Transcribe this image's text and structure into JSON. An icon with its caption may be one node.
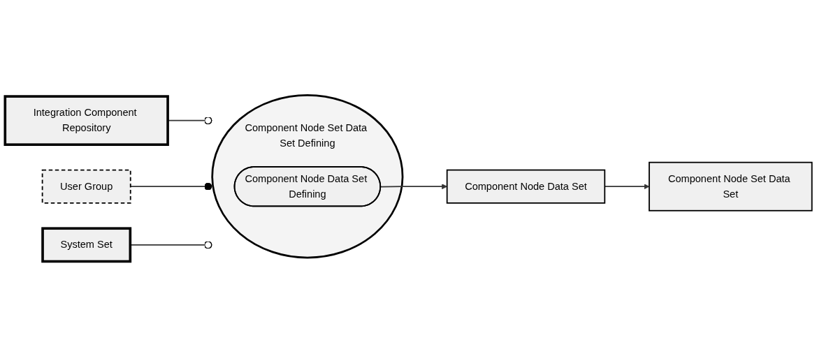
{
  "diagram": {
    "nodes": [
      {
        "text": [
          "Integration Component Repository"
        ]
      },
      {
        "text": [
          "User Group"
        ]
      },
      {
        "text": [
          "System Set"
        ]
      },
      {
        "text": [
          "Component Node Set Data Set Defining"
        ]
      },
      {
        "text": [
          "Component Node Data Set Defining"
        ],
        "in": 3
      },
      {
        "text": [
          "Component Node Set Data Set"
        ]
      },
      {
        "text": [
          "Component Node Data Set"
        ]
      }
    ],
    "edges": [
      {
        "from": 0,
        "to": 3,
        "arrow": "other"
      },
      {
        "from": 1,
        "to": 3,
        "arrow": "other"
      },
      {
        "from": 2,
        "to": 3,
        "arrow": "other"
      },
      {
        "from": 4,
        "to": 6,
        "arrow": "to"
      },
      {
        "from": 6,
        "to": 5,
        "arrow": "to"
      }
    ]
  }
}
